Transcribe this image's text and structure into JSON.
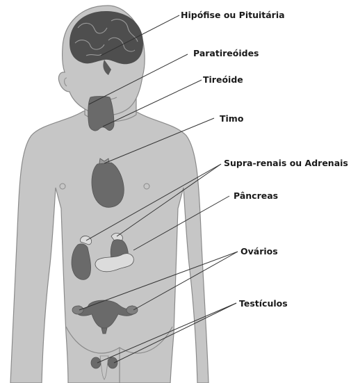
{
  "labels": {
    "hipofise": "Hipófise ou Pituitária",
    "paratireoides": "Paratireóides",
    "tireoide": "Tireóide",
    "timo": "Timo",
    "suprarrenais": "Supra-renais ou Adrenais",
    "pancreas": "Pâncreas",
    "ovarios": "Ovários",
    "testiculos": "Testículos"
  },
  "colors": {
    "body": "#c6c6c6",
    "outline": "#8a8a8a",
    "organ": "#6a6a6a",
    "brain": "#4e4e4e",
    "line": "#333333"
  }
}
